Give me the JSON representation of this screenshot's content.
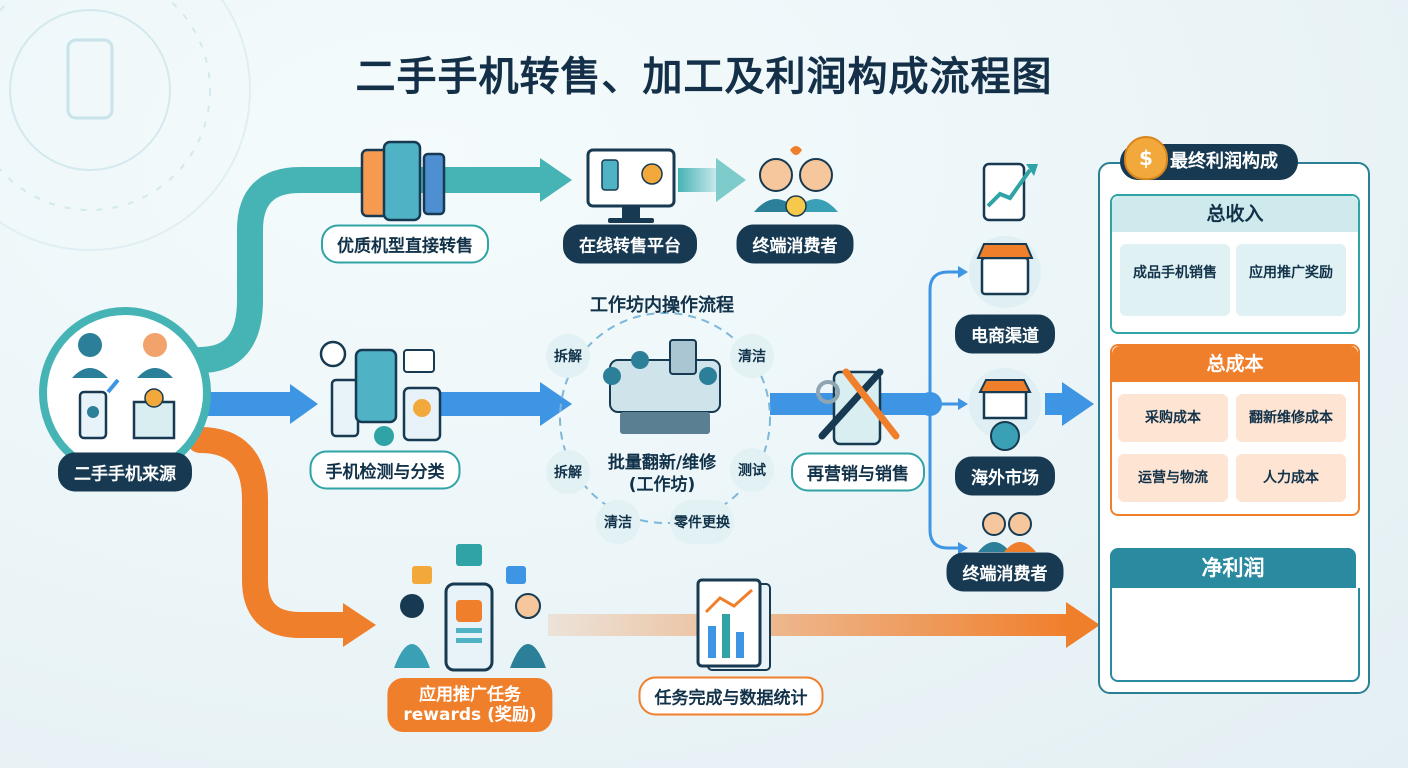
{
  "title": "二手手机转售、加工及利润构成流程图",
  "nodes": {
    "source": "二手手机来源",
    "direct_resale": "优质机型直接转售",
    "online_platform": "在线转售平台",
    "end_consumer_top": "终端消费者",
    "inspection": "手机检测与分类",
    "workshop_title": "工作坊内操作流程",
    "workshop_center": "批量翻新/维修\n(工作坊)",
    "remarketing": "再营销与销售",
    "ecommerce": "电商渠道",
    "overseas": "海外市场",
    "end_consumer_right": "终端消费者",
    "app_promo_line1": "应用推广任务",
    "app_promo_line2": "rewards (奖励)",
    "task_stats": "任务完成与数据统计"
  },
  "workshop_steps": [
    "拆解",
    "清洁",
    "测试",
    "零件更换",
    "清洁",
    "拆解"
  ],
  "profit": {
    "title": "最终利润构成",
    "revenue": {
      "title": "总收入",
      "items": [
        "成品手机销售",
        "应用推广奖励"
      ]
    },
    "cost": {
      "title": "总成本",
      "items": [
        "采购成本",
        "翻新维修成本",
        "运营与物流",
        "人力成本"
      ]
    },
    "net": {
      "title": "净利润"
    }
  },
  "icons": {
    "money_symbol": "$"
  },
  "colors": {
    "teal": "#2fa3a6",
    "blue": "#3e95e4",
    "orange": "#f07f2c",
    "navy": "#173a52",
    "revenue_bg": "#dff1f3",
    "cost_bg": "#fde4d3"
  }
}
